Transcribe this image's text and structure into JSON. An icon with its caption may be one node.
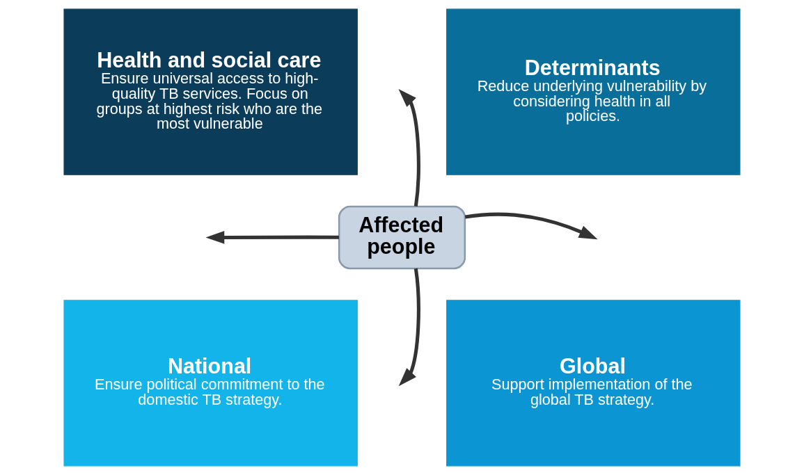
{
  "diagram": {
    "nodes": [
      {
        "text": [
          "Health and social care",
          "Ensure universal access to high-quality TB services. Focus on groups at highest risk who are the most vulnerable"
        ]
      },
      {
        "text": [
          "Determinants",
          "Reduce underlying vulnerability by considering health in all policies."
        ]
      },
      {
        "text": [
          "Affected people"
        ]
      },
      {
        "text": [
          "National",
          "Ensure political commitment to the domestic TB strategy."
        ]
      },
      {
        "text": [
          "Global",
          "Support implementation of the global TB strategy."
        ]
      }
    ],
    "edges": [
      {
        "from": 2,
        "to": null,
        "arrow": "to"
      },
      {
        "from": 2,
        "to": null,
        "arrow": "to"
      },
      {
        "from": 2,
        "to": null,
        "arrow": "to"
      },
      {
        "from": 2,
        "to": null,
        "arrow": "to"
      }
    ]
  }
}
